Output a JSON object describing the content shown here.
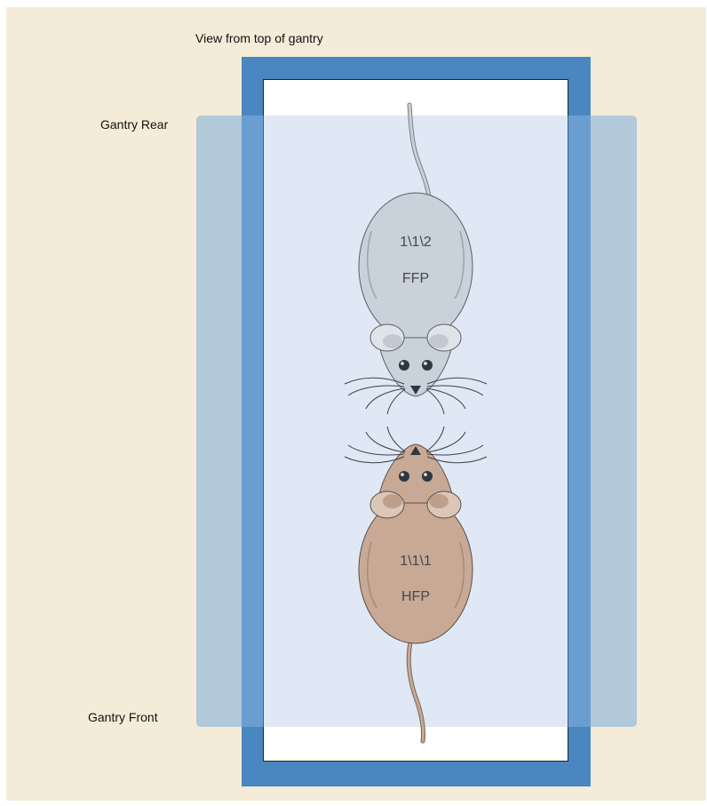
{
  "title": "View from top of gantry",
  "gantry": {
    "rear_label": "Gantry Rear",
    "front_label": "Gantry Front"
  },
  "mice": [
    {
      "id": "1\\1\\2",
      "orientation": "FFP",
      "color": "#c9d1db",
      "facing": "down"
    },
    {
      "id": "1\\1\\1",
      "orientation": "HFP",
      "color": "#c8a995",
      "facing": "up"
    }
  ],
  "colors": {
    "background": "#f4ecd8",
    "gantry_frame": "#4a87c1",
    "scan_region": "#83afda",
    "bed": "#ffffff"
  },
  "icons": [
    "mouse-ffp-icon",
    "mouse-hfp-icon"
  ]
}
